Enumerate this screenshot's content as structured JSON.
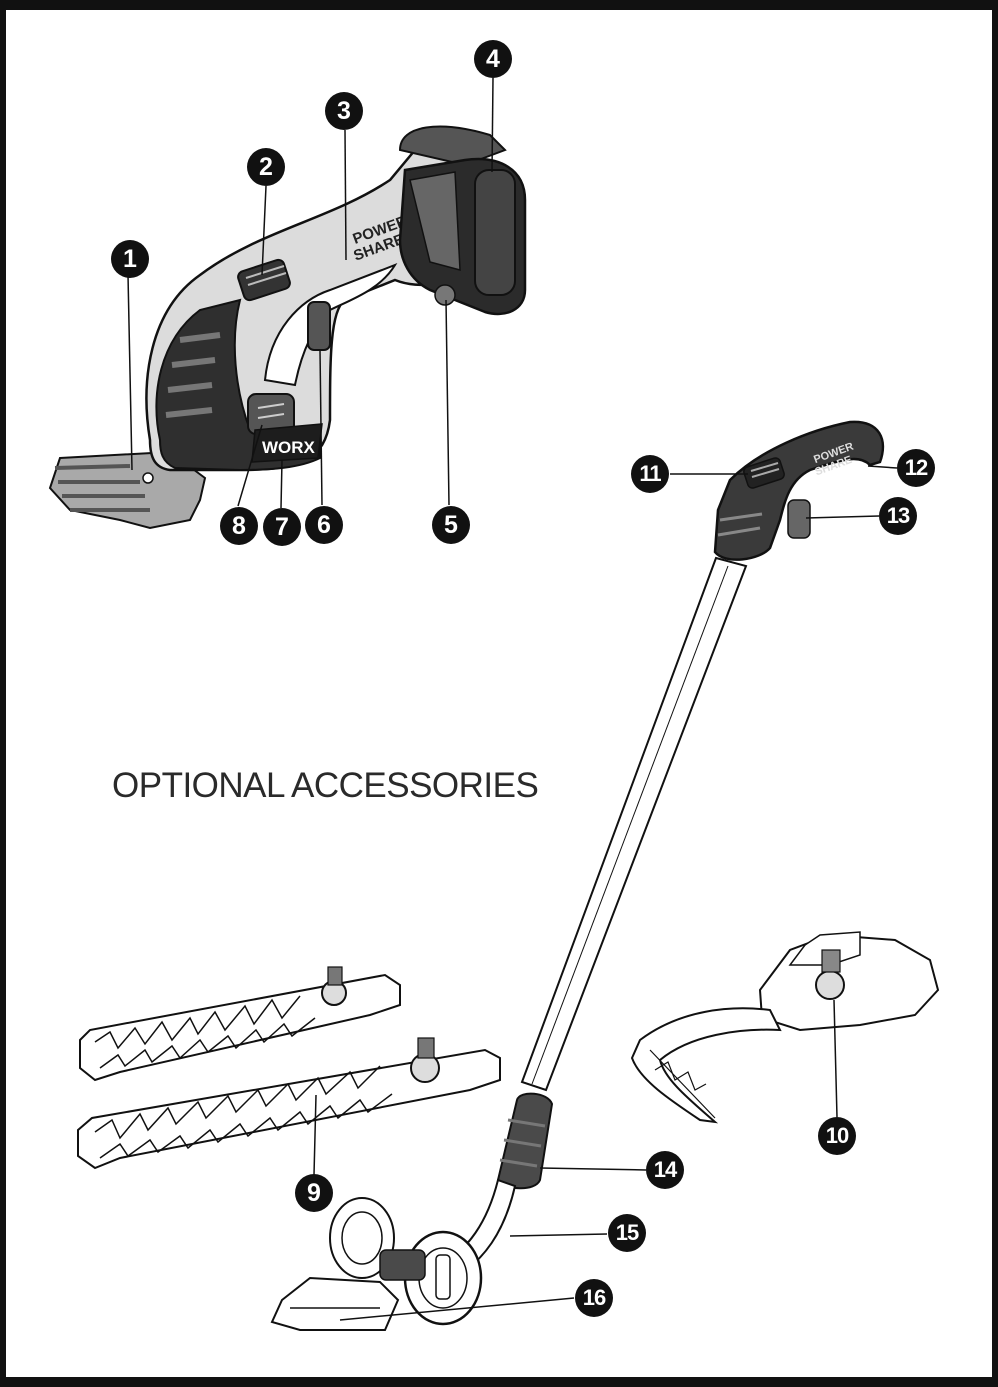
{
  "heading": "OPTIONAL ACCESSORIES",
  "brand_marks": {
    "worx": "WORX",
    "powershare_line1": "POWER",
    "powershare_line2": "SHARE"
  },
  "callouts": {
    "c1": "1",
    "c2": "2",
    "c3": "3",
    "c4": "4",
    "c5": "5",
    "c6": "6",
    "c7": "7",
    "c8": "8",
    "c9": "9",
    "c10": "10",
    "c11": "11",
    "c12": "12",
    "c13": "13",
    "c14": "14",
    "c15": "15",
    "c16": "16"
  },
  "colors": {
    "ink": "#111111",
    "body_dark": "#3a3a3a",
    "body_mid": "#8a8a8a",
    "body_light": "#d9d9d9",
    "blade": "#bdbdbd"
  }
}
